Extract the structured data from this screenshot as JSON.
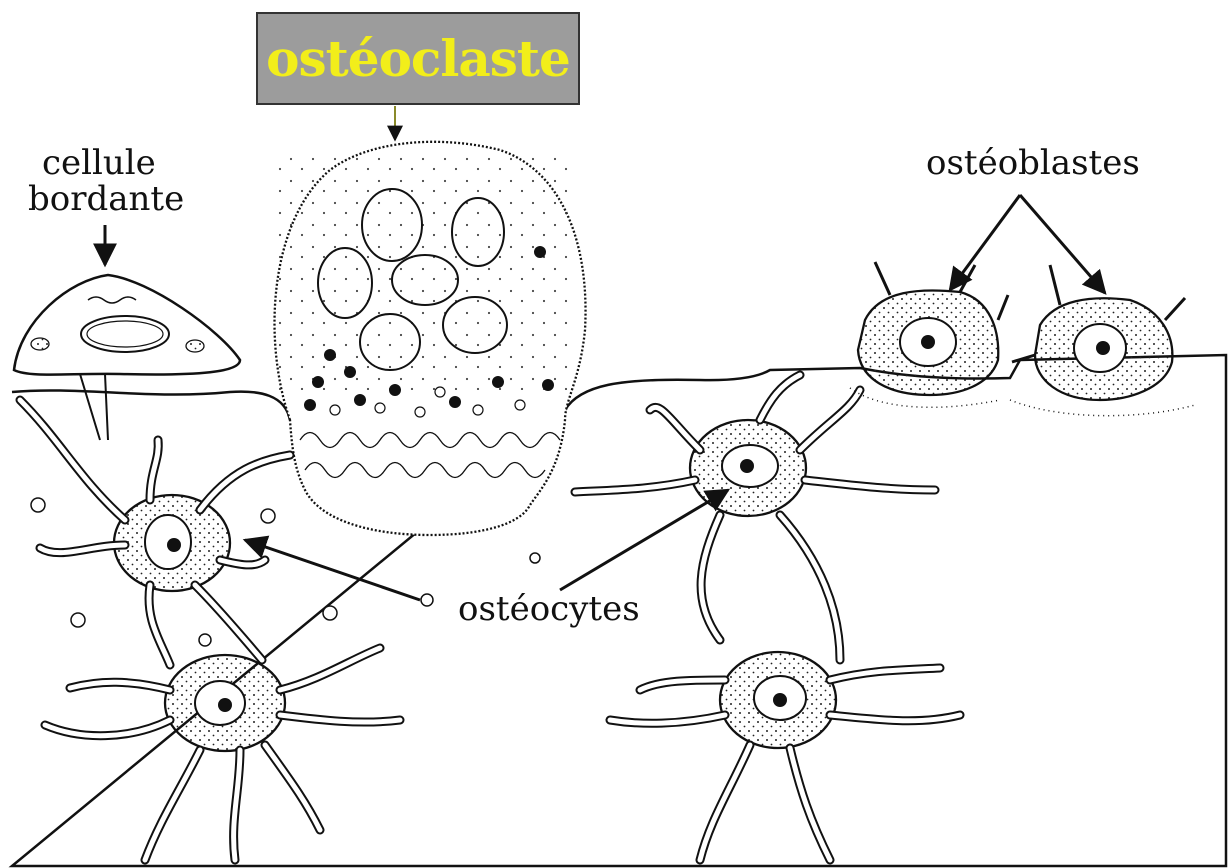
{
  "title_box": {
    "label": "ostéoclaste",
    "background": "#9c9c9c",
    "text_color": "#f2ee1a"
  },
  "labels": {
    "cellule_bordante_line1": "cellule",
    "cellule_bordante_line2": "bordante",
    "osteoblastes": "ostéoblastes",
    "osteocytes": "ostéocytes"
  },
  "colors": {
    "ink": "#111111",
    "background": "#ffffff"
  }
}
